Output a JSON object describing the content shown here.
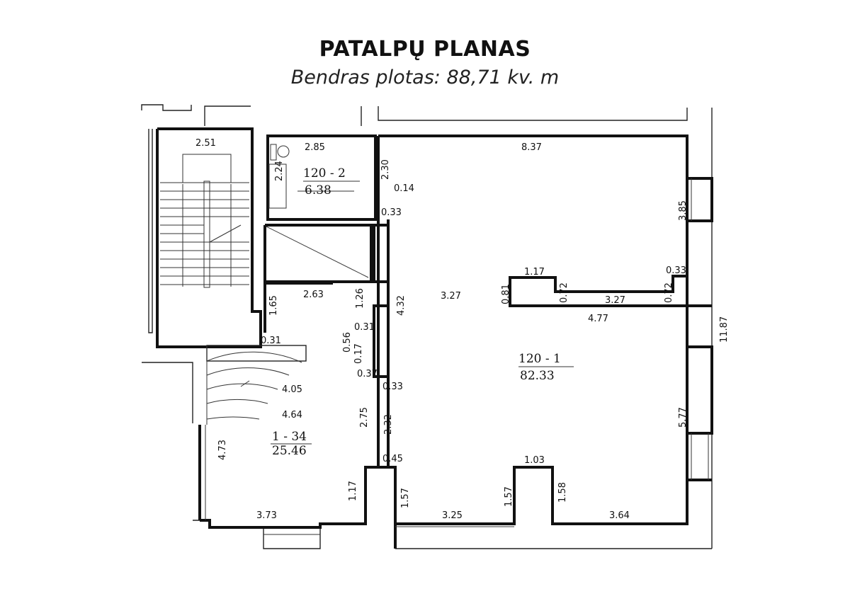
{
  "header": {
    "title": "PATALPŲ PLANAS",
    "subtitle": "Bendras plotas: 88,71 kv. m"
  },
  "rooms": [
    {
      "code": "120  - 2",
      "area": "6.38"
    },
    {
      "code": "120  - 1",
      "area": "82.33"
    },
    {
      "code": "1 - 34",
      "area": "25.46"
    }
  ],
  "dimensions": {
    "stair_top": "2.51",
    "wc_width": "2.85",
    "wc_h1": "2.24",
    "wc_h2": "2.30",
    "wall_014": "0.14",
    "wall_033_a": "0.33",
    "main_top": "8.37",
    "right_385": "3.85",
    "col_117": "1.17",
    "col_081": "0.81",
    "col_072_a": "0.72",
    "col_327_r": "3.27",
    "col_072_b": "0.72",
    "col_033": "0.33",
    "col_477": "4.77",
    "total_1187": "11.87",
    "corr_263": "2.63",
    "corr_126": "1.26",
    "corr_432": "4.32",
    "mid_327": "3.27",
    "left_165": "1.65",
    "left_031": "0.31",
    "sm_056": "0.56",
    "sm_031_a": "0.31",
    "sm_017": "0.17",
    "sm_037": "0.37",
    "wall_033_b": "0.33",
    "arc_405": "4.05",
    "arc_464": "4.64",
    "v_275": "2.75",
    "v_232": "2.32",
    "v_045": "0.45",
    "v_473": "4.73",
    "v_117": "1.17",
    "v_157_a": "1.57",
    "bot_373": "3.73",
    "bot_325": "3.25",
    "v_157_b": "1.57",
    "col_103": "1.03",
    "v_158": "1.58",
    "bot_364": "3.64",
    "right_577": "5.77"
  }
}
